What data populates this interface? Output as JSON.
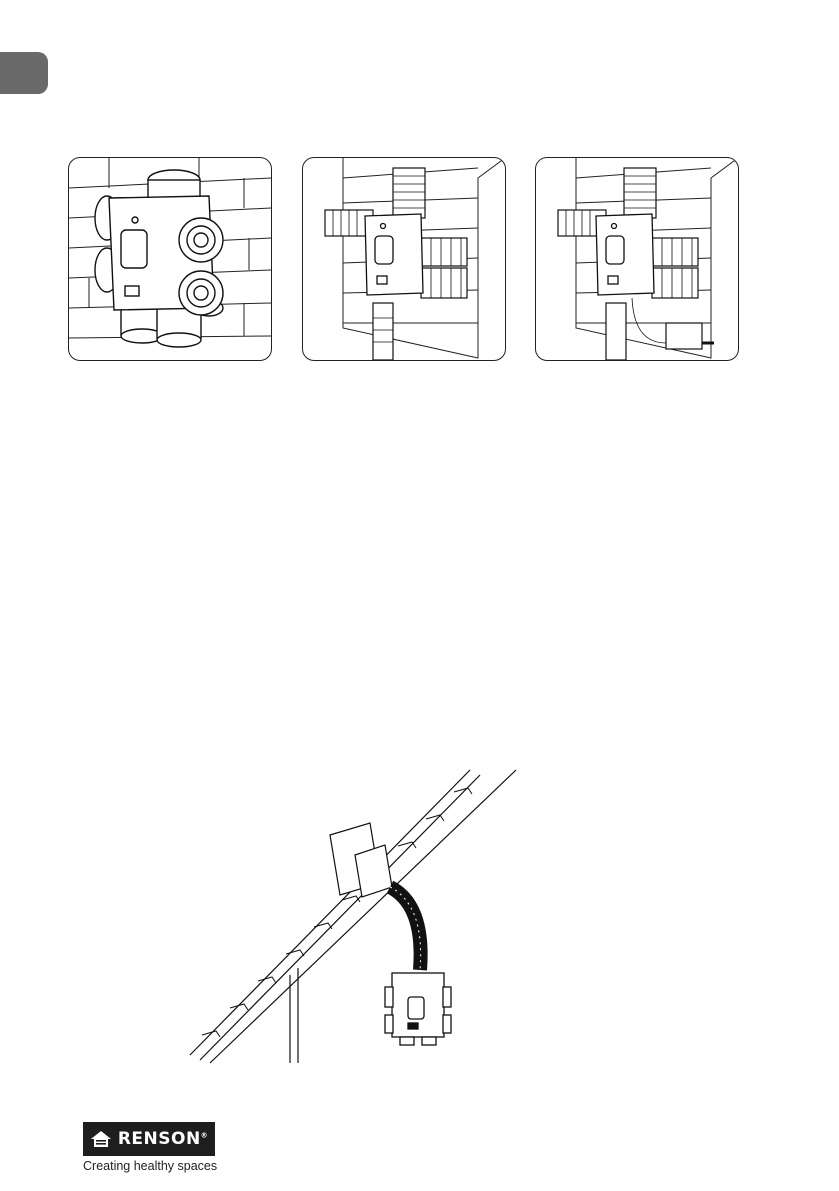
{
  "side_tab": {
    "color": "#6a6a6a"
  },
  "figures": [
    {
      "name": "unit-with-bare-spigots"
    },
    {
      "name": "unit-with-flexible-ducts"
    },
    {
      "name": "unit-with-ducts-and-control-box"
    }
  ],
  "roof_figure": {
    "name": "roof-installation-with-duct"
  },
  "logo": {
    "brand": "RENSON",
    "registered": "®",
    "tagline": "Creating healthy spaces",
    "colors": {
      "background": "#1e1e1e",
      "text": "#ffffff"
    }
  }
}
